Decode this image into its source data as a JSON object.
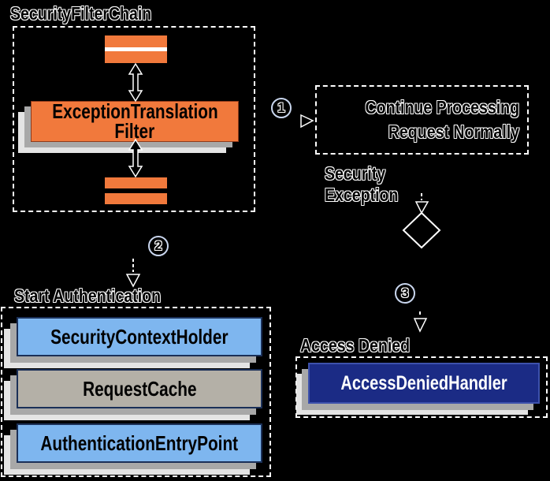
{
  "colors": {
    "background": "#000000",
    "orange": "#F1793C",
    "orange_border": "#8F3A1A",
    "light_blue": "#7EB6EF",
    "box_border_navy": "#1B3058",
    "gray_box": "#B4B0A7",
    "navy": "#1B2B85",
    "navy_border": "#3D51AC",
    "shadow_inner_gray": "#A8A8A8",
    "shadow_outer_gray": "#E4E4E4",
    "dashed_border_white": "#FFFFFF"
  },
  "filter_chain": {
    "title": "SecurityFilterChain",
    "filter_label_line1": "ExceptionTranslation",
    "filter_label_line2": "Filter"
  },
  "steps": {
    "one": "1",
    "two": "2",
    "three": "3"
  },
  "continue_box": {
    "line1": "Continue Processing",
    "line2": "Request Normally"
  },
  "security_exception": {
    "line1": "Security",
    "line2": "Exception"
  },
  "start_auth": {
    "title": "Start Authentication",
    "boxes": [
      "SecurityContextHolder",
      "RequestCache",
      "AuthenticationEntryPoint"
    ]
  },
  "access_denied": {
    "title": "Access Denied",
    "box_label": "AccessDeniedHandler"
  }
}
